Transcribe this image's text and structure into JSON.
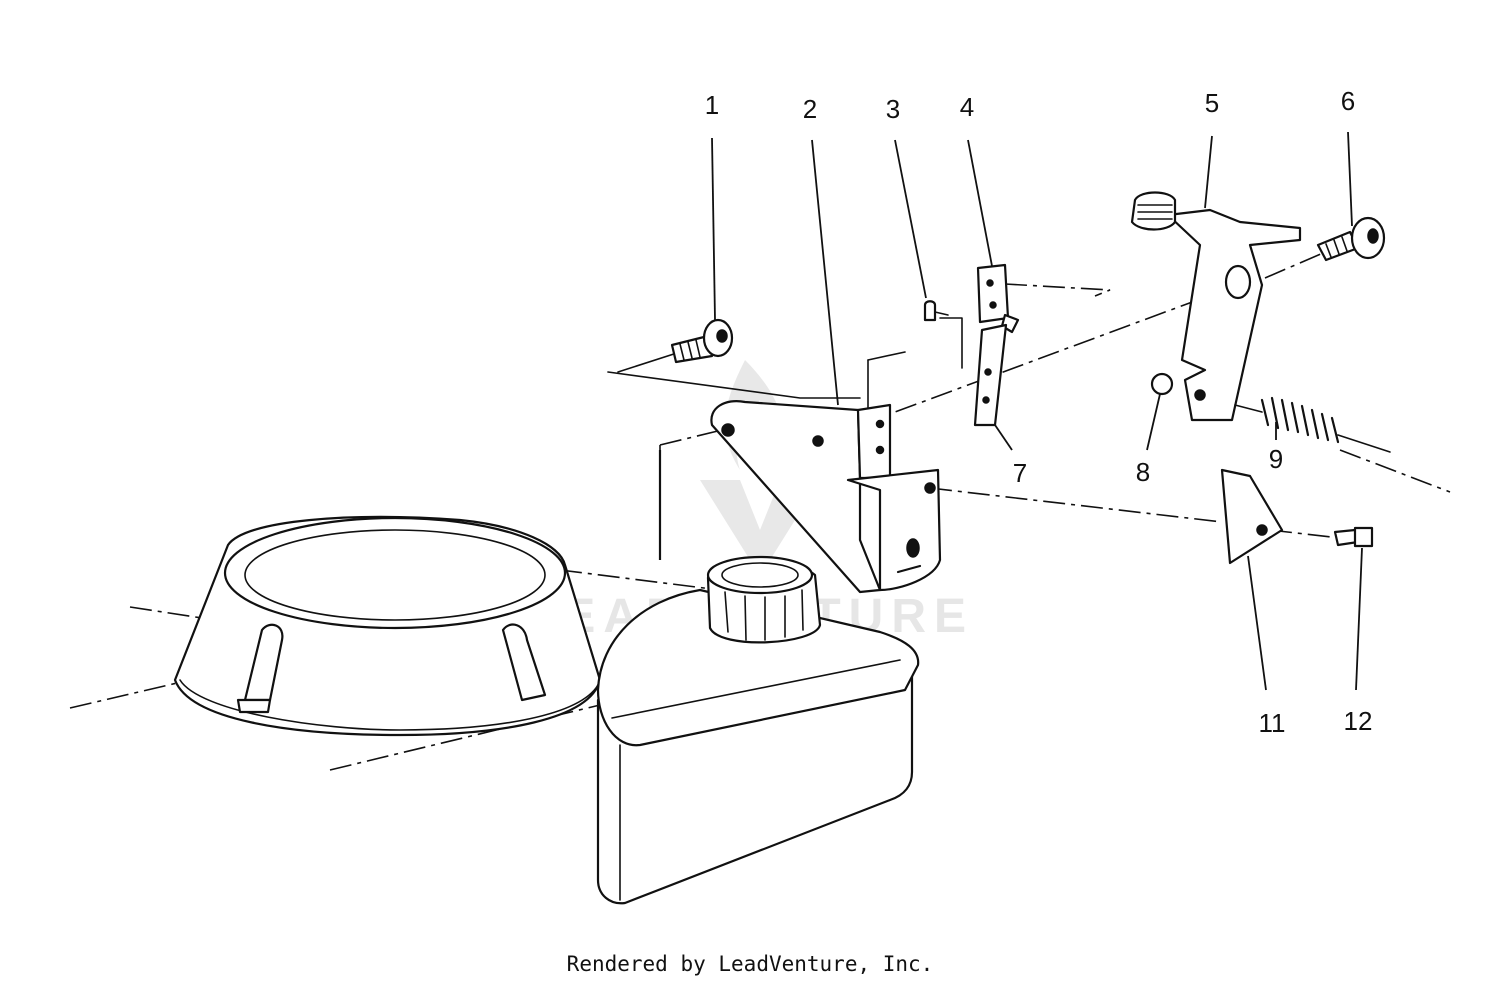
{
  "callouts": {
    "c1": "1",
    "c2": "2",
    "c3": "3",
    "c4": "4",
    "c5": "5",
    "c6": "6",
    "c7": "7",
    "c8": "8",
    "c9": "9",
    "c11": "11",
    "c12": "12"
  },
  "watermark": {
    "text": "LEADVENTURE",
    "icon": "leadventure-logo-icon"
  },
  "footer": {
    "text": "Rendered by LeadVenture, Inc."
  },
  "colors": {
    "line": "#111111",
    "background": "#ffffff",
    "watermark": "#e6e6e6"
  }
}
